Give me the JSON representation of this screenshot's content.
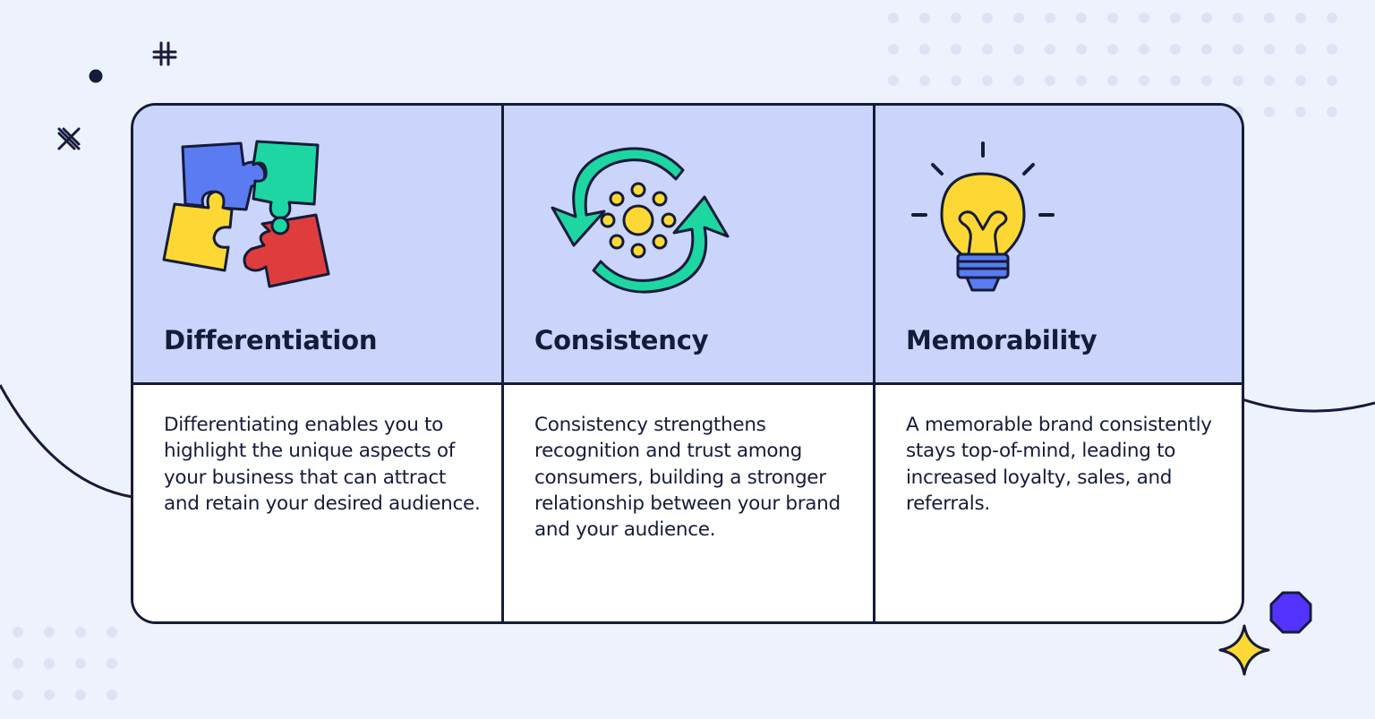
{
  "colors": {
    "background": "#eef2fd",
    "header_fill": "#cbd5fc",
    "body_fill": "#ffffff",
    "outline": "#141c3a",
    "accent_purple": "#5533ff",
    "accent_yellow": "#fdd835",
    "accent_green": "#1ed6a1",
    "accent_blue": "#5b7bf2",
    "accent_red": "#df3d3d",
    "dot_grey": "#dde3f5"
  },
  "columns": [
    {
      "icon": "puzzle-icon",
      "title": "Differentiation",
      "description": "Differentiating enables you to highlight the unique aspects of your business that can attract and retain your desired audience."
    },
    {
      "icon": "refresh-cycle-icon",
      "title": "Consistency",
      "description": "Consistency strengthens recognition and trust among consumers, building a stronger relationship between your brand and your audience."
    },
    {
      "icon": "lightbulb-icon",
      "title": "Memorability",
      "description": "A memorable brand consistently stays top-of-mind, leading to increased loyalty, sales, and referrals."
    }
  ],
  "decorations": [
    "dot-grid-top-right",
    "dot-grid-bottom-left",
    "small-dot",
    "plus-cross-icon",
    "x-cross-icon",
    "octagon-shape",
    "sparkle-star-icon",
    "background-curve"
  ]
}
